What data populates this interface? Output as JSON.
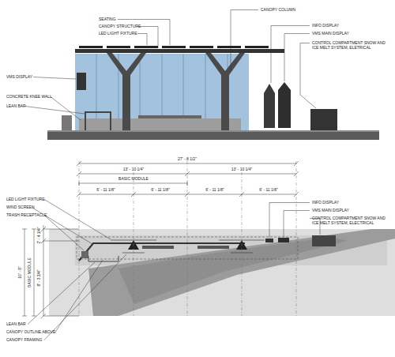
{
  "diagram": {
    "labels": [
      "SEATING",
      "CANOPY STRUCTURE",
      "LED LIGHT FIXTURE",
      "VMS DISPLAY",
      "CONCRETE KNEE WALL",
      "LEAN BAR",
      "CANOPY COLUMN",
      "INFO DISPLAY",
      "VMS MAIN DISPLAY",
      "CONTROL COMPARTMENT SNOW AND ICE MELT SYSTEM, ELETRICAL",
      "27' - 8 1/2\"",
      "13' - 10 1/4\"",
      "13' - 10 1/4\"",
      "BASIC MODULE",
      "6' - 11 1/8\"",
      "6' - 11 1/8\"",
      "6' - 11 1/8\"",
      "6' - 11 1/8\"",
      "LED LIGHT FIXTURE",
      "WIND SCREEN",
      "TRASH RECEPTACLE",
      "2' - 4 1/4\"",
      "10' - 8\"",
      "BASIC MODULE",
      "8' - 3 3/4\"",
      "LEAN BAR",
      "CANOPY OUTLINE ABOVE",
      "CANOPY FRAMING",
      "INFO DISPLAY",
      "VMS MAIN DISPLAY",
      "CONTROL COMPARTMENT SNOW AND ICE MELT SYSTEM, ELECTRICAL"
    ]
  }
}
